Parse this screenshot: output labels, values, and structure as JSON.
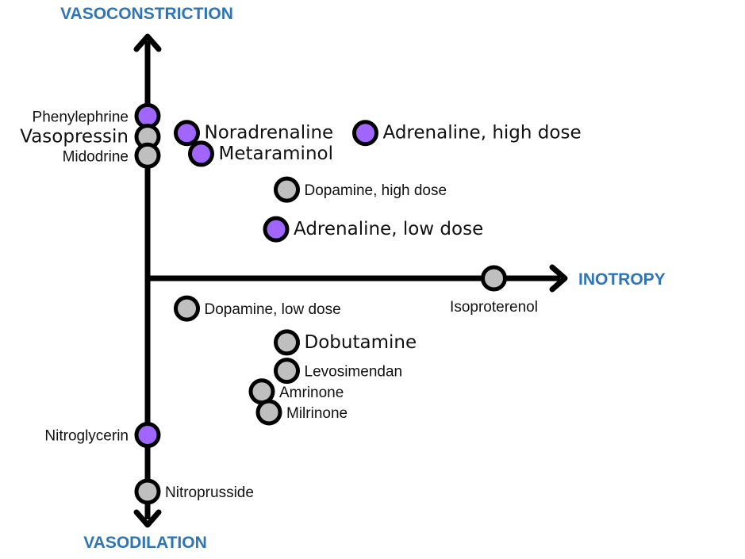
{
  "chart_data": {
    "type": "scatter",
    "title": "",
    "axes": {
      "y_positive_label": "VASOCONSTRICTION",
      "y_negative_label": "VASODILATION",
      "x_positive_label": "INOTROPY"
    },
    "xlim": [
      0,
      10
    ],
    "ylim": [
      -10,
      10
    ],
    "grid": false,
    "legend": "none",
    "colors": {
      "purple": "#a066ff",
      "gray": "#bfbfbf",
      "outline": "#000000",
      "axis_title": "#2e75b6"
    },
    "points": [
      {
        "name": "Phenylephrine",
        "x": 0.0,
        "y": 8.6,
        "color": "purple",
        "label_side": "left",
        "font": "arial",
        "size": "m"
      },
      {
        "name": "Vasopressin",
        "x": 0.0,
        "y": 7.5,
        "color": "gray",
        "label_side": "left",
        "font": "dejavu",
        "size": "l"
      },
      {
        "name": "Midodrine",
        "x": 0.0,
        "y": 6.5,
        "color": "gray",
        "label_side": "left",
        "font": "arial",
        "size": "m"
      },
      {
        "name": "Noradrenaline",
        "x": 1.1,
        "y": 7.7,
        "color": "purple",
        "label_side": "right",
        "font": "dejavu",
        "size": "l"
      },
      {
        "name": "Adrenaline, high dose",
        "x": 6.1,
        "y": 7.7,
        "color": "purple",
        "label_side": "right",
        "font": "dejavu",
        "size": "l"
      },
      {
        "name": "Metaraminol",
        "x": 1.5,
        "y": 6.6,
        "color": "purple",
        "label_side": "right",
        "font": "dejavu",
        "size": "l"
      },
      {
        "name": "Dopamine, high dose",
        "x": 3.9,
        "y": 4.7,
        "color": "gray",
        "label_side": "right",
        "font": "arial",
        "size": "m"
      },
      {
        "name": "Adrenaline, low dose",
        "x": 3.6,
        "y": 2.6,
        "color": "purple",
        "label_side": "right",
        "font": "dejavu",
        "size": "l"
      },
      {
        "name": "Isoproterenol",
        "x": 9.7,
        "y": 0.0,
        "color": "gray",
        "label_side": "below",
        "font": "arial",
        "size": "m"
      },
      {
        "name": "Dopamine, low dose",
        "x": 1.1,
        "y": -1.6,
        "color": "gray",
        "label_side": "right",
        "font": "arial",
        "size": "m"
      },
      {
        "name": "Dobutamine",
        "x": 3.9,
        "y": -3.4,
        "color": "gray",
        "label_side": "right",
        "font": "dejavu",
        "size": "l"
      },
      {
        "name": "Levosimendan",
        "x": 3.9,
        "y": -4.9,
        "color": "gray",
        "label_side": "right",
        "font": "arial",
        "size": "m"
      },
      {
        "name": "Amrinone",
        "x": 3.2,
        "y": -6.0,
        "color": "gray",
        "label_side": "right",
        "font": "arial",
        "size": "m"
      },
      {
        "name": "Milrinone",
        "x": 3.4,
        "y": -7.1,
        "color": "gray",
        "label_side": "right",
        "font": "arial",
        "size": "m"
      },
      {
        "name": "Nitroglycerin",
        "x": 0.0,
        "y": -8.3,
        "color": "purple",
        "label_side": "left",
        "font": "arial",
        "size": "m"
      },
      {
        "name": "Nitroprusside",
        "x": 0.0,
        "y": -11.3,
        "color": "gray",
        "label_side": "right",
        "font": "arial",
        "size": "m"
      }
    ]
  }
}
